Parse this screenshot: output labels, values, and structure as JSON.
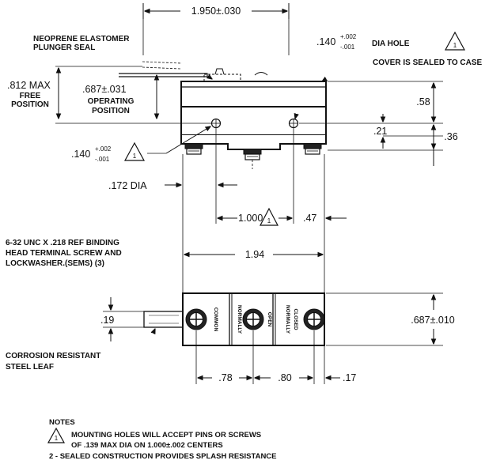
{
  "callouts": {
    "plunger_seal": [
      "NEOPRENE ELASTOMER",
      "PLUNGER SEAL"
    ],
    "cover_sealed": "COVER IS SEALED TO CASE",
    "hole_top": {
      "value": ".140",
      "tol_plus": "+.002",
      "tol_minus": "-.001",
      "suffix": "DIA HOLE",
      "note_ref": "1"
    },
    "hole_left": {
      "value": ".140",
      "tol_plus": "+.002",
      "tol_minus": "-.001",
      "note_ref": "1"
    },
    "free_position": [
      ".812 MAX",
      "FREE",
      "POSITION"
    ],
    "operating_position": [
      ".687±.031",
      "OPERATING",
      "POSITION"
    ],
    "terminal_screw": [
      "6-32 UNC X .218 REF BINDING",
      "HEAD TERMINAL SCREW AND",
      "LOCKWASHER.(SEMS) (3)"
    ],
    "steel_leaf": [
      "CORROSION RESISTANT",
      "STEEL LEAF"
    ]
  },
  "dimensions": {
    "overall_width": "1.950±.030",
    "height_58": ".58",
    "height_21": ".21",
    "height_36": ".36",
    "dia_172": ".172 DIA",
    "hole_spacing": "1.000",
    "hole_spacing_ref": "1",
    "offset_47": ".47",
    "bottom_width": "1.94",
    "leaf_19": ".19",
    "bottom_height": ".687±.010",
    "spacing_78": ".78",
    "spacing_80": ".80",
    "offset_17": ".17"
  },
  "terminals": {
    "common": "COMMON",
    "normally_open": [
      "NORMALLY",
      "OPEN"
    ],
    "normally_closed": [
      "NORMALLY",
      "CLOSED"
    ]
  },
  "notes": {
    "title": "NOTES",
    "note1_marker": "1",
    "note1": [
      "MOUNTING HOLES WILL ACCEPT PINS OR SCREWS",
      "OF .139 MAX DIA ON 1.000±.002 CENTERS"
    ],
    "note2": "2 - SEALED CONSTRUCTION PROVIDES SPLASH RESISTANCE"
  }
}
